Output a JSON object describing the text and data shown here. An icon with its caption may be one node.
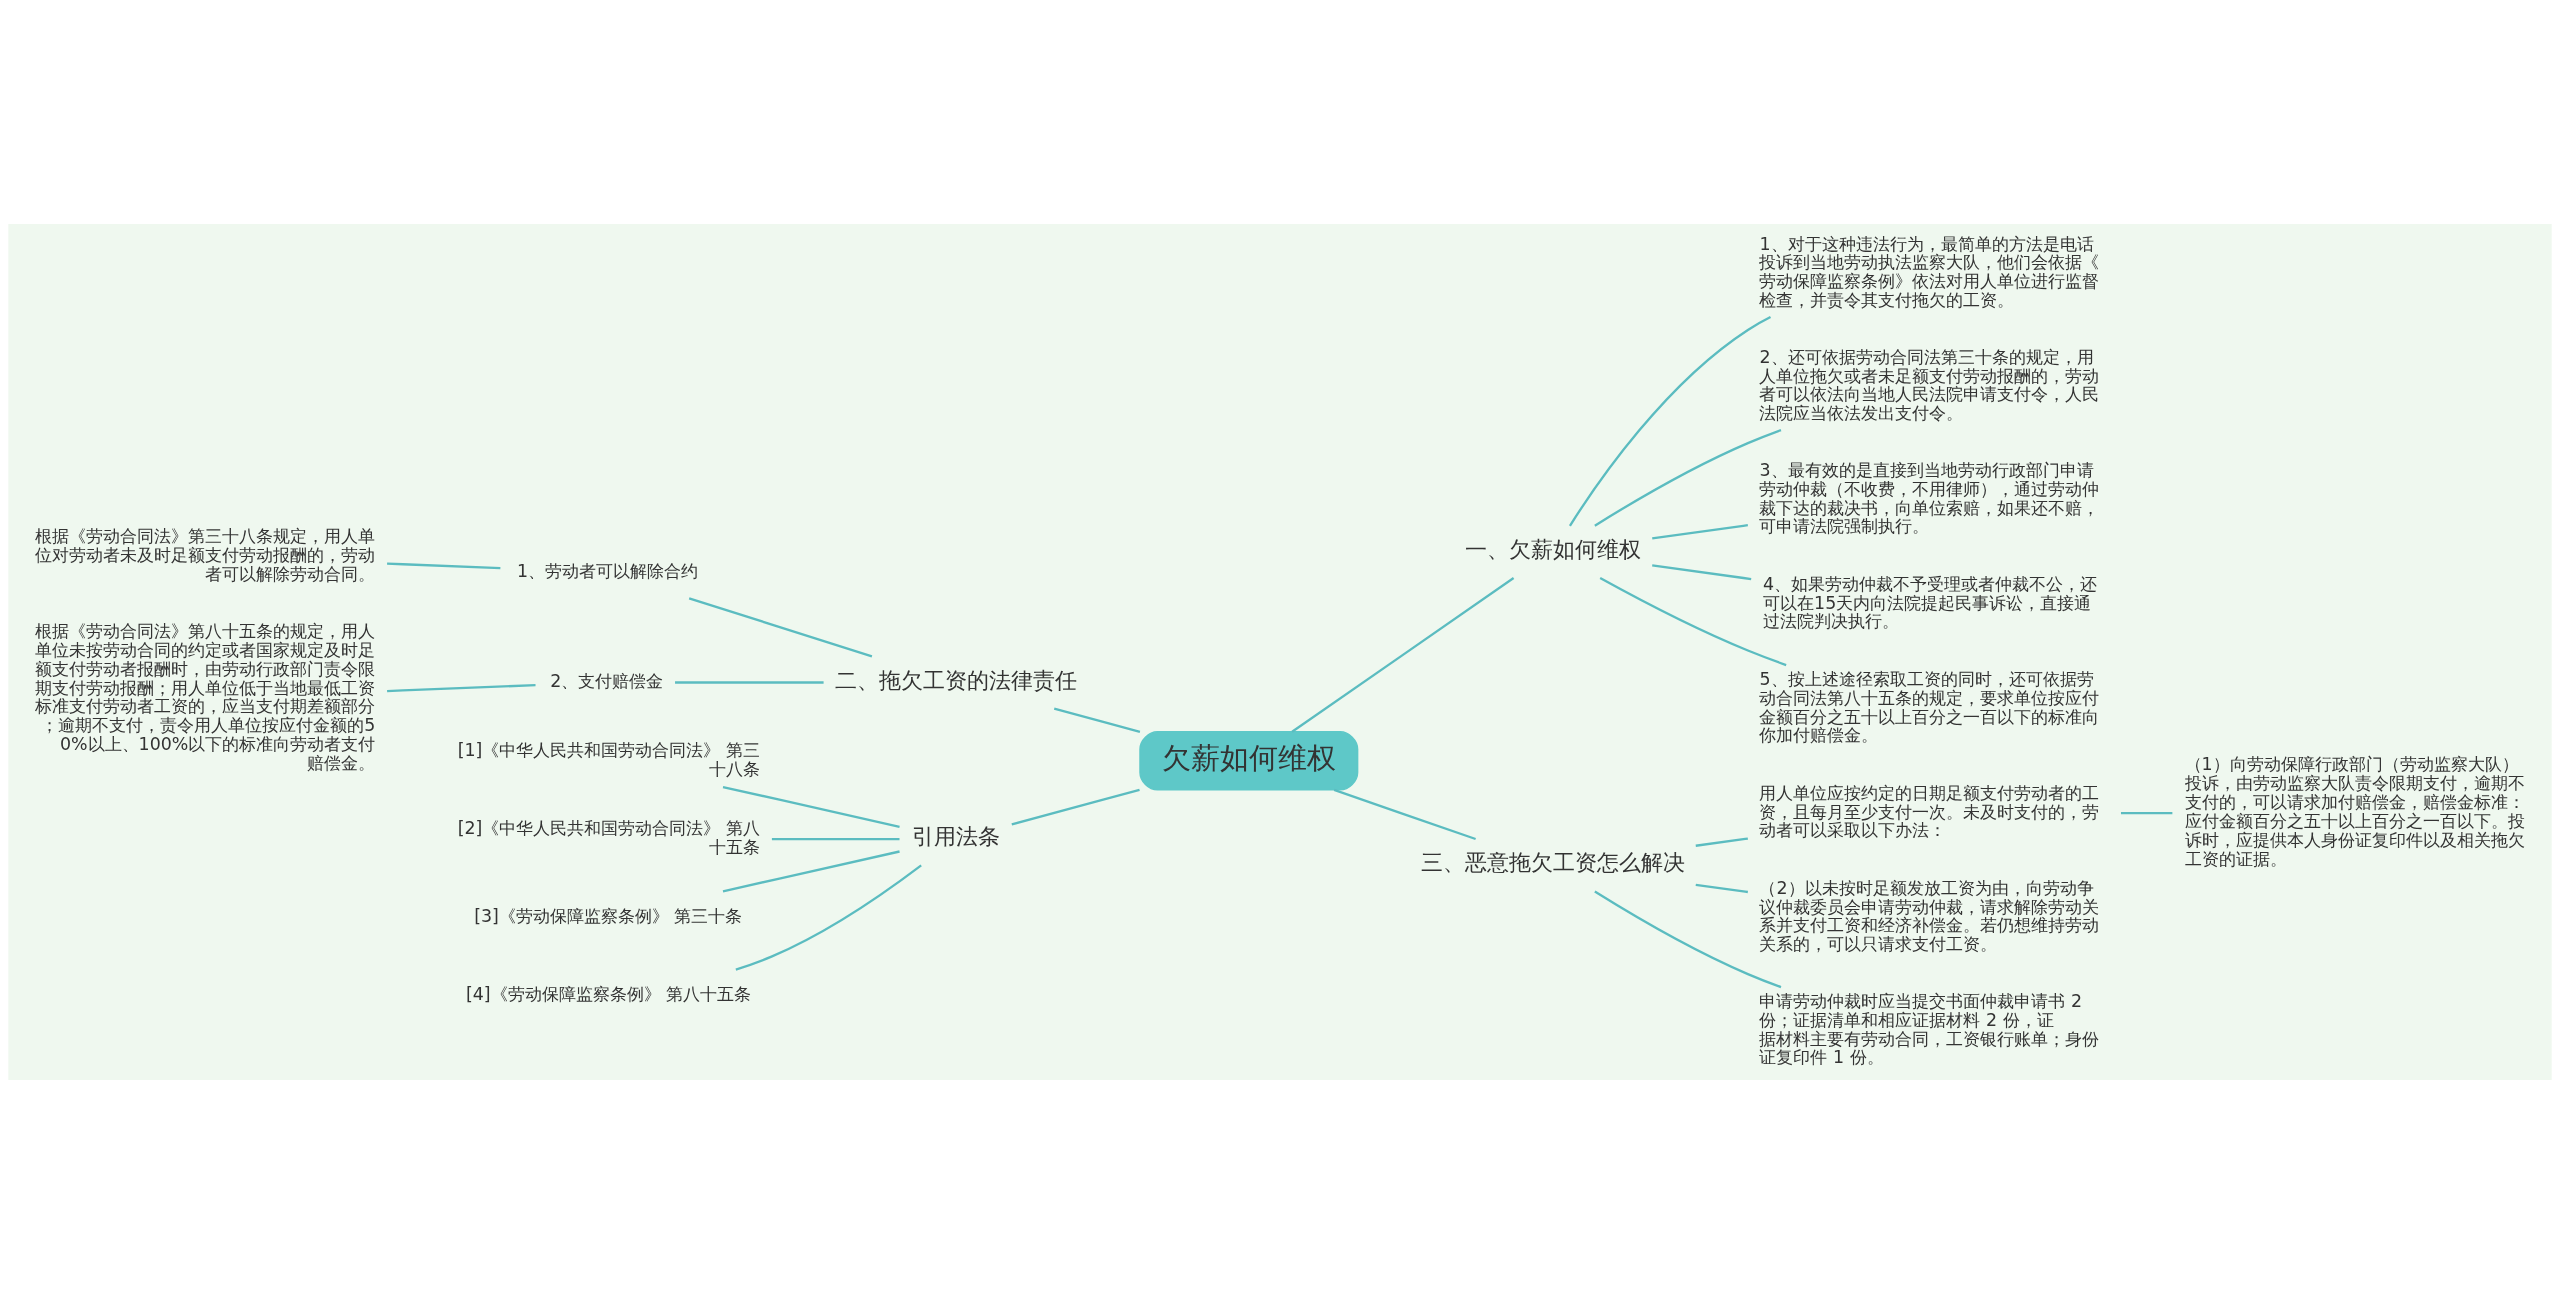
{
  "diagram": {
    "nodes": [
      {
        "text": [
          "欠薪如何维权"
        ]
      },
      {
        "text": [
          "一、欠薪如何维权"
        ]
      },
      {
        "text": [
          "1、对于这种违法行为，最简单的方法是电话投诉到当地劳动执法监察大队，他们会依据《劳动保障监察条例》依法对用人单位进行监督检查，并责令其支付拖欠的工资。"
        ]
      },
      {
        "text": [
          "2、还可依据劳动合同法第三十条的规定，用人单位拖欠或者未足额支付劳动报酬的，劳动者可以依法向当地人民法院申请支付令，人民法院应当依法发出支付令。"
        ]
      },
      {
        "text": [
          "3、最有效的是直接到当地劳动行政部门申请劳动仲裁（不收费，不用律师），通过劳动仲裁下达的裁决书，向单位索赔，如果还不赔，可申请法院强制执行。"
        ]
      },
      {
        "text": [
          "4、如果劳动仲裁不予受理或者仲裁不公，还可以在15天内向法院提起民事诉讼，直接通过法院判决执行。"
        ]
      },
      {
        "text": [
          "5、按上述途径索取工资的同时，还可依据劳动合同法第八十五条的规定，要求单位按应付金额百分之五十以上百分之一百以下的标准向你加付赔偿金。"
        ]
      },
      {
        "text": [
          "三、恶意拖欠工资怎么解决"
        ]
      },
      {
        "text": [
          "用人单位应按约定的日期足额支付劳动者的工资，且每月至少支付一次。未及时支付的，劳动者可以采取以下办法："
        ]
      },
      {
        "text": [
          "（1）向劳动保障行政部门（劳动监察大队）投诉，由劳动监察大队责令限期支付，逾期不支付的，可以请求加付赔偿金，赔偿金标准：应付金额百分之五十以上百分之一百以下。投诉时，应提供本人身份证复印件以及相关拖欠工资的证据。"
        ]
      },
      {
        "text": [
          "（2）以未按时足额发放工资为由，向劳动争议仲裁委员会申请劳动仲裁，请求解除劳动关系并支付工资和经济补偿金。若仍想维持劳动关系的，可以只请求支付工资。"
        ]
      },
      {
        "text": [
          "申请劳动仲裁时应当提交书面仲裁申请书 2 份；证据清单和相应证据材料 2 份，证据材料主要有劳动合同，工资银行账单；身份证复印件 1 份。"
        ]
      },
      {
        "text": [
          "二、拖欠工资的法律责任"
        ]
      },
      {
        "text": [
          "1、劳动者可以解除合约"
        ]
      },
      {
        "text": [
          "根据《劳动合同法》第三十八条规定，用人单位对劳动者未及时足额支付劳动报酬的，劳动者可以解除劳动合同。"
        ]
      },
      {
        "text": [
          "2、支付赔偿金"
        ]
      },
      {
        "text": [
          "根据《劳动合同法》第八十五条的规定，用人单位未按劳动合同的约定或者国家规定及时足额支付劳动者报酬时，由劳动行政部门责令限期支付劳动报酬；用人单位低于当地最低工资标准支付劳动者工资的，应当支付期差额部分；逾期不支付，责令用人单位按应付金额的50%以上、100%以下的标准向劳动者支付赔偿金。"
        ]
      },
      {
        "text": [
          "引用法条"
        ]
      },
      {
        "text": [
          "[1]《中华人民共和国劳动合同法》 第三十八条"
        ]
      },
      {
        "text": [
          "[2]《中华人民共和国劳动合同法》 第八十五条"
        ]
      },
      {
        "text": [
          "[3]《劳动保障监察条例》 第三十条"
        ]
      },
      {
        "text": [
          "[4]《劳动保障监察条例》 第八十五条"
        ]
      }
    ],
    "edges": [
      {
        "from": 0,
        "to": 1,
        "arrow": "none"
      },
      {
        "from": 1,
        "to": 2,
        "arrow": "none"
      },
      {
        "from": 1,
        "to": 3,
        "arrow": "none"
      },
      {
        "from": 1,
        "to": 4,
        "arrow": "none"
      },
      {
        "from": 1,
        "to": 5,
        "arrow": "none"
      },
      {
        "from": 1,
        "to": 6,
        "arrow": "none"
      },
      {
        "from": 0,
        "to": 7,
        "arrow": "none"
      },
      {
        "from": 7,
        "to": 8,
        "arrow": "none"
      },
      {
        "from": 8,
        "to": 9,
        "arrow": "none"
      },
      {
        "from": 7,
        "to": 10,
        "arrow": "none"
      },
      {
        "from": 7,
        "to": 11,
        "arrow": "none"
      },
      {
        "from": 0,
        "to": 12,
        "arrow": "none"
      },
      {
        "from": 12,
        "to": 13,
        "arrow": "none"
      },
      {
        "from": 13,
        "to": 14,
        "arrow": "none"
      },
      {
        "from": 12,
        "to": 15,
        "arrow": "none"
      },
      {
        "from": 15,
        "to": 16,
        "arrow": "none"
      },
      {
        "from": 0,
        "to": 17,
        "arrow": "none"
      },
      {
        "from": 17,
        "to": 18,
        "arrow": "none"
      },
      {
        "from": 17,
        "to": 19,
        "arrow": "none"
      },
      {
        "from": 17,
        "to": 20,
        "arrow": "none"
      },
      {
        "from": 17,
        "to": 21,
        "arrow": "none"
      }
    ]
  }
}
